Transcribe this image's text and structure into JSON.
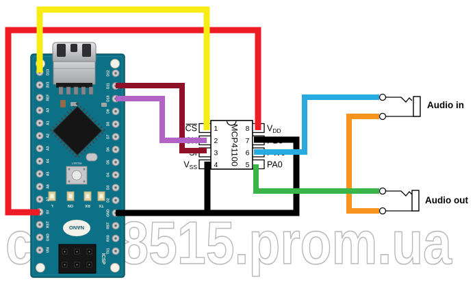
{
  "watermark": "cs348515.prom.ua",
  "board": {
    "color": "#0c7087",
    "left_pins": [
      "D13",
      "3V3",
      "REF",
      "A0",
      "A1",
      "A2",
      "A3",
      "A4",
      "A5",
      "A6",
      "A7",
      "5V",
      "RST",
      "GND",
      "VIN"
    ],
    "right_pins": [
      "D12",
      "D11",
      "D10",
      "D9",
      "D8",
      "D7",
      "D6",
      "D5",
      "D4",
      "D3",
      "D2",
      "GND",
      "RST",
      "RX0",
      "TX1"
    ],
    "led_labels": [
      "L",
      "ON",
      "RX",
      "TX"
    ],
    "board_label": "NANO",
    "reset_label": "RESET",
    "icsp_label": "ICSP"
  },
  "chip": {
    "name": "MCP41100",
    "left_pins": [
      {
        "number": "1",
        "label": "CS",
        "overline": true
      },
      {
        "number": "2",
        "label": "SCK"
      },
      {
        "number": "3",
        "label": "SI"
      },
      {
        "number": "4",
        "label": "V",
        "subscript": "SS"
      }
    ],
    "right_pins": [
      {
        "number": "8",
        "label": "V",
        "subscript": "DD"
      },
      {
        "number": "7",
        "label": "PB0"
      },
      {
        "number": "6",
        "label": "PW0"
      },
      {
        "number": "5",
        "label": "PA0"
      }
    ]
  },
  "jacks": [
    {
      "label": "Audio in",
      "tip_wire": "blue",
      "sleeve_wire": "orange"
    },
    {
      "label": "Audio out",
      "tip_wire": "green",
      "sleeve_wire": "orange"
    }
  ],
  "wires": [
    {
      "id": "red",
      "color": "#ed1c24",
      "from": "Nano 5V",
      "to": "MCP41100 pin 8 (VDD)"
    },
    {
      "id": "yellow",
      "color": "#f7ec13",
      "from": "Nano D13",
      "to": "MCP41100 pin 1 (CS)"
    },
    {
      "id": "dark_red",
      "color": "#8e1127",
      "from": "Nano D11",
      "to": "MCP41100 pin 3 (SI)"
    },
    {
      "id": "purple",
      "color": "#b164c5",
      "from": "Nano D10",
      "to": "MCP41100 pin 2 (SCK)"
    },
    {
      "id": "black_ground",
      "color": "#000000",
      "from": "Nano GND",
      "to": "MCP41100 pin 4 (VSS) and pin 7 (PB0)"
    },
    {
      "id": "blue",
      "color": "#29abe2",
      "from": "MCP41100 pin 6 (PW0)",
      "to": "Audio in tip"
    },
    {
      "id": "orange",
      "color": "#f7941e",
      "from": "Audio in sleeve",
      "to": "Audio out sleeve"
    },
    {
      "id": "green",
      "color": "#39b54a",
      "from": "MCP41100 pin 5 (PA0)",
      "to": "Audio out tip"
    }
  ]
}
